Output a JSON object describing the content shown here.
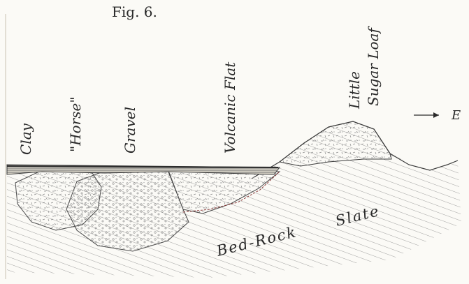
{
  "figure": {
    "title": "Fig. 6.",
    "direction_label": "E",
    "labels": {
      "clay": "Clay",
      "horse": "\"Horse\"",
      "gravel": "Gravel",
      "volcanic_flat": "Volcanic Flat",
      "little": "Little",
      "sugar_loaf": "Sugar Loaf",
      "bed_rock": "Bed-Rock",
      "slate": "Slate"
    }
  },
  "colors": {
    "paper": "#fbfaf6",
    "ink": "#2a2a2a",
    "clay_band": "#5a5a5a",
    "gravel": "#f3efe2",
    "volcanic": "#f6f4ec",
    "hatch": "#7a7a7a",
    "fault_line": "#8b3a3a"
  }
}
